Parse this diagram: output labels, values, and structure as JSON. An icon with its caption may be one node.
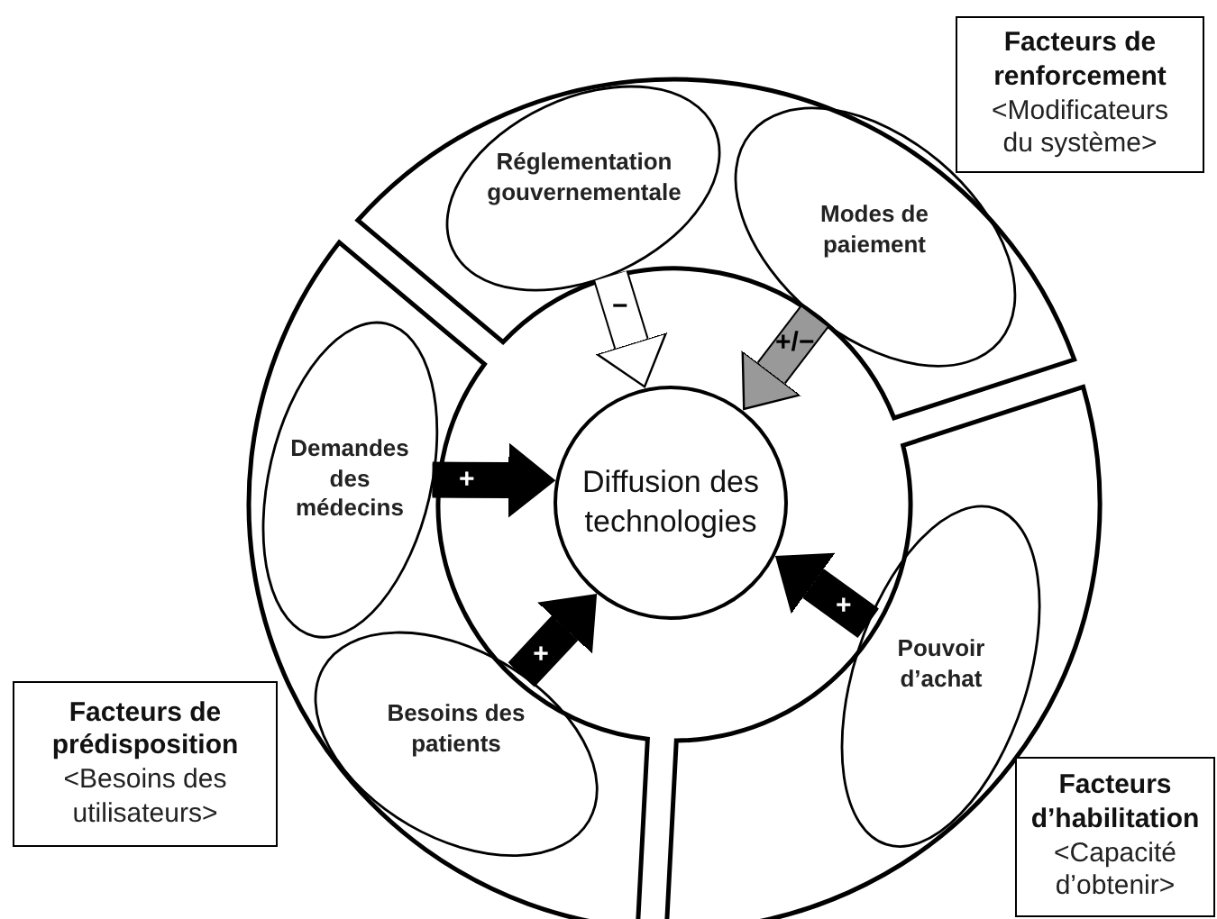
{
  "diagram": {
    "nodes": [
      {
        "text": [
          "Facteurs de renforcement",
          "<Modificateurs du système>"
        ]
      },
      {
        "text": [
          "Réglementation gouvernementale"
        ]
      },
      {
        "text": [
          "Modes de paiement"
        ]
      },
      {
        "text": [
          "Demandes des médecins"
        ]
      },
      {
        "text": [
          "Diffusion des technologies"
        ]
      },
      {
        "text": [
          "Facteurs de prédisposition",
          "<Besoins des utilisateurs>"
        ]
      },
      {
        "text": [
          "Besoins des patients"
        ]
      },
      {
        "text": [
          "Pouvoir d’achat"
        ]
      },
      {
        "text": [
          "Facteurs d’habilitation",
          "<Capacité d’obtenir>"
        ]
      }
    ],
    "edges": [
      {
        "from": 1,
        "to": 4,
        "arrow": "to",
        "label": "−",
        "color": "#ffffff"
      },
      {
        "from": 2,
        "to": 4,
        "arrow": "to",
        "label": "+/−",
        "color": "#999999"
      },
      {
        "from": 3,
        "to": 4,
        "arrow": "to",
        "label": "+"
      },
      {
        "from": 6,
        "to": 4,
        "arrow": "to",
        "label": "+"
      },
      {
        "from": 7,
        "to": 4,
        "arrow": "to",
        "label": "+"
      }
    ]
  }
}
